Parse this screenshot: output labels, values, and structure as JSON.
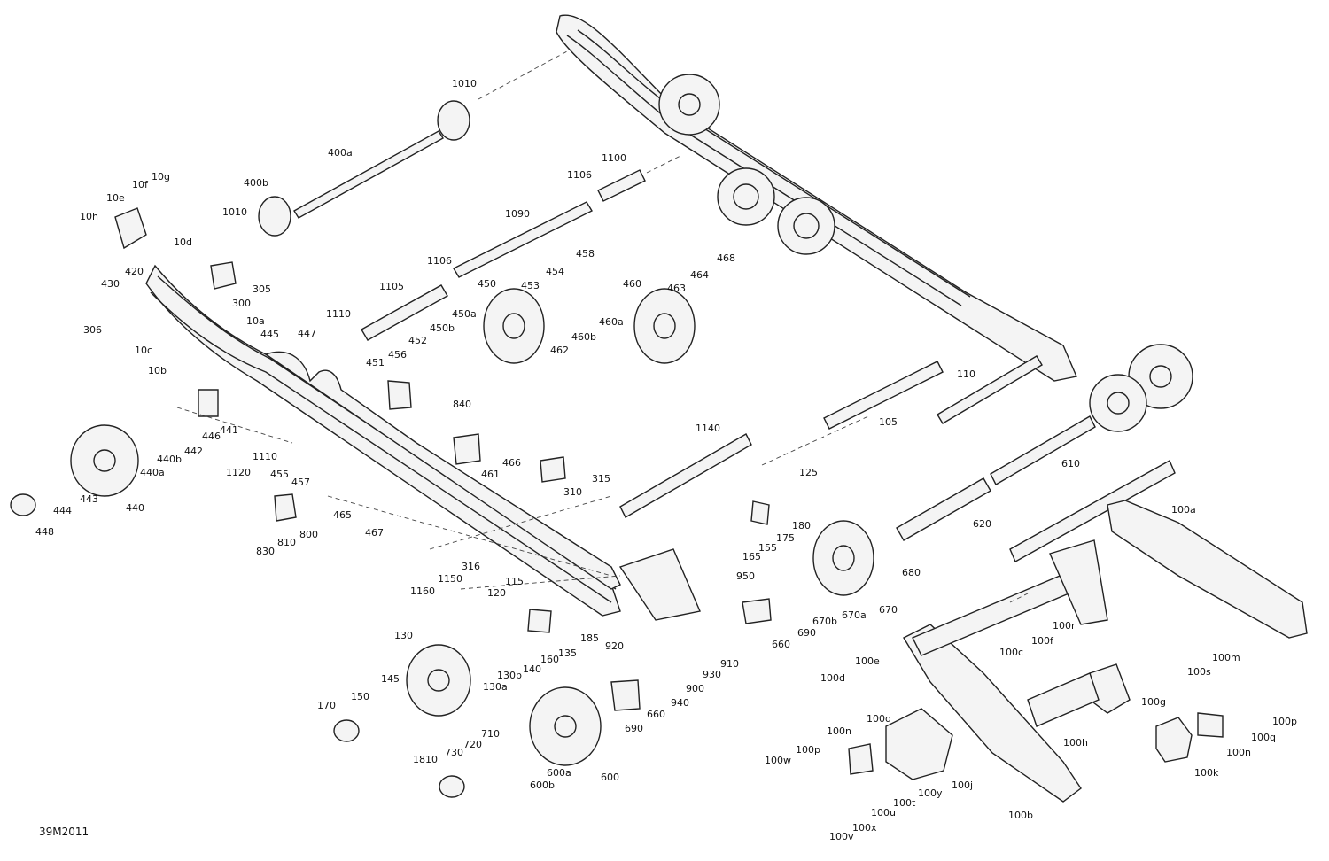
{
  "reference_code": "39M2011",
  "labels": [
    {
      "id": "10a",
      "text": "10a"
    },
    {
      "id": "10b",
      "text": "10b"
    },
    {
      "id": "10c",
      "text": "10c"
    },
    {
      "id": "10d",
      "text": "10d"
    },
    {
      "id": "10e",
      "text": "10e"
    },
    {
      "id": "10f",
      "text": "10f"
    },
    {
      "id": "10g",
      "text": "10g"
    },
    {
      "id": "10h",
      "text": "10h"
    },
    {
      "id": "100a",
      "text": "100a"
    },
    {
      "id": "100b",
      "text": "100b"
    },
    {
      "id": "100c",
      "text": "100c"
    },
    {
      "id": "100d",
      "text": "100d"
    },
    {
      "id": "100e",
      "text": "100e"
    },
    {
      "id": "100f",
      "text": "100f"
    },
    {
      "id": "100g",
      "text": "100g"
    },
    {
      "id": "100h",
      "text": "100h"
    },
    {
      "id": "100j",
      "text": "100j"
    },
    {
      "id": "100k",
      "text": "100k"
    },
    {
      "id": "100m",
      "text": "100m"
    },
    {
      "id": "100n",
      "text": "100n"
    },
    {
      "id": "100n2",
      "text": "100n"
    },
    {
      "id": "100p",
      "text": "100p"
    },
    {
      "id": "100p2",
      "text": "100p"
    },
    {
      "id": "100q",
      "text": "100q"
    },
    {
      "id": "100q2",
      "text": "100q"
    },
    {
      "id": "100r",
      "text": "100r"
    },
    {
      "id": "100s",
      "text": "100s"
    },
    {
      "id": "100t",
      "text": "100t"
    },
    {
      "id": "100u",
      "text": "100u"
    },
    {
      "id": "100v",
      "text": "100v"
    },
    {
      "id": "100w",
      "text": "100w"
    },
    {
      "id": "100x",
      "text": "100x"
    },
    {
      "id": "100y",
      "text": "100y"
    },
    {
      "id": "105",
      "text": "105"
    },
    {
      "id": "110",
      "text": "110"
    },
    {
      "id": "115",
      "text": "115"
    },
    {
      "id": "120",
      "text": "120"
    },
    {
      "id": "125",
      "text": "125"
    },
    {
      "id": "130",
      "text": "130"
    },
    {
      "id": "130a",
      "text": "130a"
    },
    {
      "id": "130b",
      "text": "130b"
    },
    {
      "id": "135",
      "text": "135"
    },
    {
      "id": "140",
      "text": "140"
    },
    {
      "id": "145",
      "text": "145"
    },
    {
      "id": "150",
      "text": "150"
    },
    {
      "id": "155",
      "text": "155"
    },
    {
      "id": "160",
      "text": "160"
    },
    {
      "id": "165",
      "text": "165"
    },
    {
      "id": "170",
      "text": "170"
    },
    {
      "id": "175",
      "text": "175"
    },
    {
      "id": "180",
      "text": "180"
    },
    {
      "id": "185",
      "text": "185"
    },
    {
      "id": "300",
      "text": "300"
    },
    {
      "id": "305",
      "text": "305"
    },
    {
      "id": "306",
      "text": "306"
    },
    {
      "id": "310",
      "text": "310"
    },
    {
      "id": "315",
      "text": "315"
    },
    {
      "id": "316",
      "text": "316"
    },
    {
      "id": "400a",
      "text": "400a"
    },
    {
      "id": "400b",
      "text": "400b"
    },
    {
      "id": "420",
      "text": "420"
    },
    {
      "id": "430",
      "text": "430"
    },
    {
      "id": "440",
      "text": "440"
    },
    {
      "id": "440a",
      "text": "440a"
    },
    {
      "id": "440b",
      "text": "440b"
    },
    {
      "id": "441",
      "text": "441"
    },
    {
      "id": "442",
      "text": "442"
    },
    {
      "id": "443",
      "text": "443"
    },
    {
      "id": "444",
      "text": "444"
    },
    {
      "id": "445",
      "text": "445"
    },
    {
      "id": "446",
      "text": "446"
    },
    {
      "id": "447",
      "text": "447"
    },
    {
      "id": "448",
      "text": "448"
    },
    {
      "id": "450",
      "text": "450"
    },
    {
      "id": "450a",
      "text": "450a"
    },
    {
      "id": "450b",
      "text": "450b"
    },
    {
      "id": "451",
      "text": "451"
    },
    {
      "id": "452",
      "text": "452"
    },
    {
      "id": "453",
      "text": "453"
    },
    {
      "id": "454",
      "text": "454"
    },
    {
      "id": "455",
      "text": "455"
    },
    {
      "id": "456",
      "text": "456"
    },
    {
      "id": "457",
      "text": "457"
    },
    {
      "id": "458",
      "text": "458"
    },
    {
      "id": "460",
      "text": "460"
    },
    {
      "id": "460a",
      "text": "460a"
    },
    {
      "id": "460b",
      "text": "460b"
    },
    {
      "id": "461",
      "text": "461"
    },
    {
      "id": "462",
      "text": "462"
    },
    {
      "id": "463",
      "text": "463"
    },
    {
      "id": "464",
      "text": "464"
    },
    {
      "id": "465",
      "text": "465"
    },
    {
      "id": "466",
      "text": "466"
    },
    {
      "id": "467",
      "text": "467"
    },
    {
      "id": "468",
      "text": "468"
    },
    {
      "id": "600",
      "text": "600"
    },
    {
      "id": "600a",
      "text": "600a"
    },
    {
      "id": "600b",
      "text": "600b"
    },
    {
      "id": "610",
      "text": "610"
    },
    {
      "id": "620",
      "text": "620"
    },
    {
      "id": "660",
      "text": "660"
    },
    {
      "id": "660b",
      "text": "660"
    },
    {
      "id": "670",
      "text": "670"
    },
    {
      "id": "670a",
      "text": "670a"
    },
    {
      "id": "670b",
      "text": "670b"
    },
    {
      "id": "680",
      "text": "680"
    },
    {
      "id": "690",
      "text": "690"
    },
    {
      "id": "690b",
      "text": "690"
    },
    {
      "id": "710",
      "text": "710"
    },
    {
      "id": "720",
      "text": "720"
    },
    {
      "id": "730",
      "text": "730"
    },
    {
      "id": "800",
      "text": "800"
    },
    {
      "id": "810",
      "text": "810"
    },
    {
      "id": "830",
      "text": "830"
    },
    {
      "id": "840",
      "text": "840"
    },
    {
      "id": "900",
      "text": "900"
    },
    {
      "id": "910",
      "text": "910"
    },
    {
      "id": "920",
      "text": "920"
    },
    {
      "id": "930",
      "text": "930"
    },
    {
      "id": "940",
      "text": "940"
    },
    {
      "id": "950",
      "text": "950"
    },
    {
      "id": "1010",
      "text": "1010"
    },
    {
      "id": "1010b",
      "text": "1010"
    },
    {
      "id": "1090",
      "text": "1090"
    },
    {
      "id": "1100",
      "text": "1100"
    },
    {
      "id": "1105",
      "text": "1105"
    },
    {
      "id": "1106",
      "text": "1106"
    },
    {
      "id": "1106b",
      "text": "1106"
    },
    {
      "id": "1110",
      "text": "1110"
    },
    {
      "id": "1110b",
      "text": "1110"
    },
    {
      "id": "1120",
      "text": "1120"
    },
    {
      "id": "1140",
      "text": "1140"
    },
    {
      "id": "1150",
      "text": "1150"
    },
    {
      "id": "1160",
      "text": "1160"
    },
    {
      "id": "1810",
      "text": "1810"
    }
  ]
}
